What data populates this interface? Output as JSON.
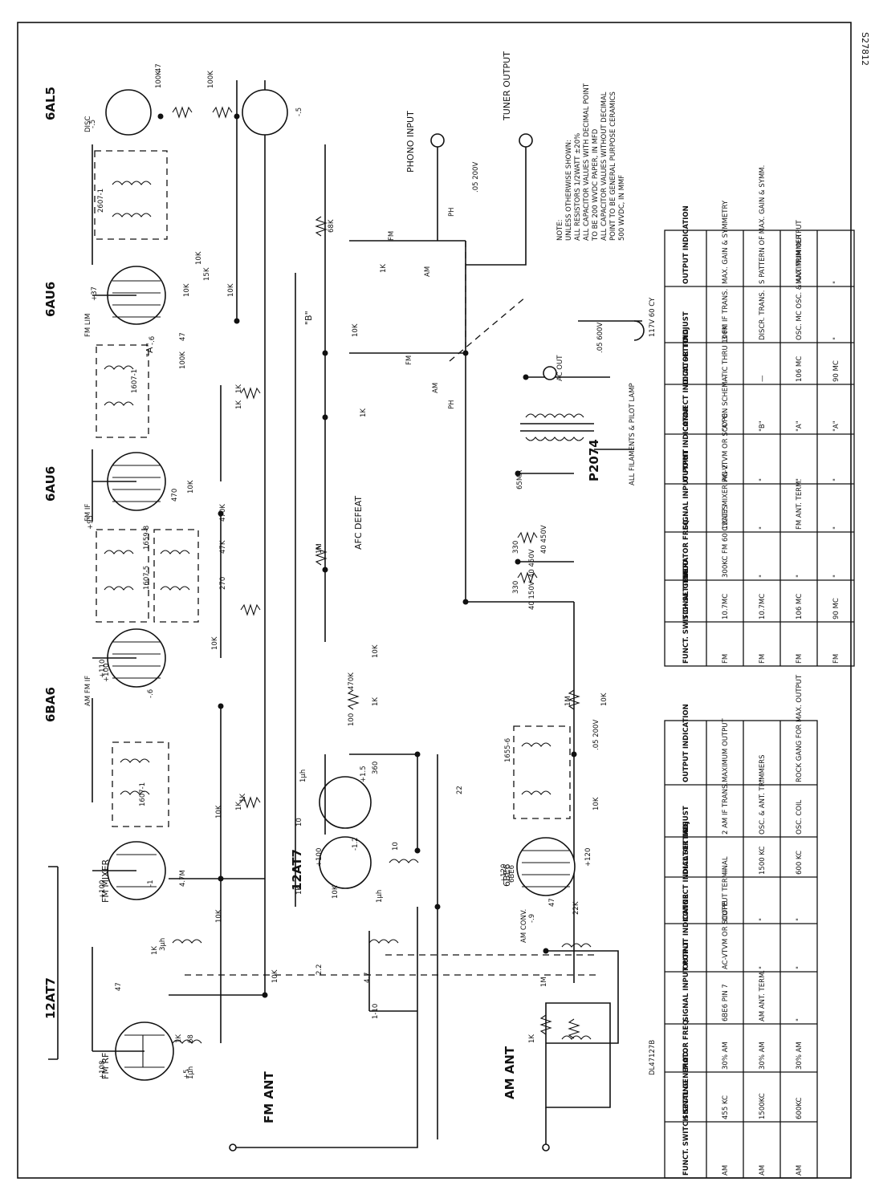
{
  "doc": {
    "id": "S27812",
    "diagram_code": "DL47127B"
  },
  "tubes": [
    {
      "key": "12at7_top",
      "label": "12AT7"
    },
    {
      "key": "fm_mixer",
      "label": "FM MIXER"
    },
    {
      "key": "fm_rf",
      "label": "FM RF"
    },
    {
      "key": "6ba6",
      "label": "6BA6"
    },
    {
      "key": "am_fm_if",
      "label": "AM FM IF"
    },
    {
      "key": "6au6_1",
      "label": "6AU6"
    },
    {
      "key": "fm_if",
      "label": "FM IF"
    },
    {
      "key": "6au6_2",
      "label": "6AU6"
    },
    {
      "key": "fm_lim",
      "label": "FM LIM"
    },
    {
      "key": "6al5",
      "label": "6AL5"
    },
    {
      "key": "disc",
      "label": "DISC"
    },
    {
      "key": "12at7_mid",
      "label": "12AT7"
    },
    {
      "key": "6be6",
      "label": "6BE6"
    },
    {
      "key": "am_conv",
      "label": "AM CONV."
    }
  ],
  "labels": {
    "fm_ant": "FM ANT",
    "am_ant": "AM ANT",
    "phono_input": "PHONO INPUT",
    "tuner_output": "TUNER OUTPUT",
    "afc_defeat": "AFC DEFEAT",
    "ac_out": "AC OUT",
    "line_in": "117V 60 CY",
    "filaments": "ALL FILAMENTS & PILOT LAMP",
    "transformer": "P2074",
    "ma65": "65MA",
    "point_a": "\"A\"",
    "point_b": "\"B\"",
    "sw_fm": "FM",
    "sw_am": "AM",
    "sw_ph": "PH"
  },
  "note": {
    "title": "NOTE:",
    "lines": [
      "UNLESS OTHERWISE SHOWN:",
      "ALL RESISTORS 1/2WATT ±20%",
      "ALL CAPACITOR VALUES WITH DECIMAL POINT",
      "TO BE 200 WVDC PAPER, IN MFD",
      "ALL CAPACITOR VALUES WITHOUT DECIMAL",
      "POINT TO BE GENERAL PURPOSE CERAMICS",
      "500 WVDC, IN MMF"
    ]
  },
  "components": [
    "+108",
    "+5",
    "68",
    "1µh",
    "1K",
    "47",
    "3µh",
    "10K",
    "2.2",
    "1-10",
    "4.7",
    "+100",
    "-1",
    "4.7M",
    "1K",
    "10K",
    "1607-1",
    "1K",
    "10K",
    "+100",
    "10",
    "1µh",
    "100",
    "470K",
    "1K",
    "10K",
    "+1.5",
    "-1.2",
    "+100",
    "1K",
    "10K",
    "360",
    "10",
    "1µh",
    "22",
    "1655-6",
    "1M",
    "10K",
    ".05 200V",
    "10K",
    "+120",
    "+120",
    "47",
    "22K",
    "-.9",
    "1M",
    "1K",
    "6BE6",
    "+110",
    "-.6",
    "1K",
    "10K",
    "1607-5",
    "1659-8",
    "470",
    "270",
    "47K",
    "470K",
    "10K",
    "1K",
    "+95",
    "1M",
    "330",
    "330",
    "40 450V",
    "40 450V",
    "40 150V",
    "10K",
    "1K",
    "47",
    "100K",
    "-.6",
    "1607-1",
    "10K",
    "10K",
    "15K",
    "+37",
    "2607-1",
    "-.5",
    "100K",
    "100K",
    "47",
    "-.5",
    "68K",
    "1K",
    ".05 200V",
    ".05 600V",
    "1K",
    "10K"
  ],
  "table_fm": {
    "headers": [
      "FUNCT. SWITCH SETTING",
      "SIGNAL GENERATOR FREQ.",
      "MOD.",
      "SIGNAL INPUT POINT",
      "OUTPUT INDICATOR",
      "CONNECT INDICATOR TO:",
      "DIAL SETTING",
      "ADJUST",
      "OUTPUT INDICATION"
    ],
    "rows": [
      [
        "FM",
        "10.7MC",
        "300KC FM 60 CYCLES",
        "12AT7 MIXER PIN 2",
        "AC-VTVM OR SCOPE",
        "\"A\" ON SCHEMATIC THRU 100K",
        "—",
        "3 FM IF TRANS.",
        "MAX. GAIN & SYMMETRY"
      ],
      [
        "FM",
        "10.7MC",
        "\"",
        "\"",
        "\"",
        "\"B\"",
        "—",
        "DISCR. TRANS.",
        "S PATTERN OF MAX. GAIN & SYMM."
      ],
      [
        "FM",
        "106 MC",
        "\"",
        "FM ANT. TERM.",
        "\"",
        "\"A\"",
        "106 MC",
        "OSC. MC OSC. & ANT TRIMMER",
        "MAXIMUM OUTPUT"
      ],
      [
        "FM",
        "90 MC",
        "\"",
        "\"",
        "\"",
        "\"A\"",
        "90 MC",
        "\"",
        "\""
      ]
    ]
  },
  "table_am": {
    "headers": [
      "FUNCT. SWITCH SETTING",
      "SIGNAL GENERATOR FREQ.",
      "MOD.",
      "SIGNAL INPUT POINT",
      "OUTPUT INDICATOR",
      "CONNECT INDICATOR TO:",
      "DIAL SETTING",
      "ADJUST",
      "OUTPUT INDICATION"
    ],
    "rows": [
      [
        "AM",
        "455 KC",
        "30% AM",
        "6BE6 PIN 7",
        "AC-VTVM OR SCOPE",
        "OUTPUT TERMINAL",
        "—",
        "2 AM IF TRANS.",
        "MAXIMUM OUTPUT"
      ],
      [
        "AM",
        "1500KC",
        "30% AM",
        "AM ANT. TERM.",
        "\"",
        "\"",
        "1500 KC",
        "OSC. & ANT. TRIMMERS",
        "\""
      ],
      [
        "AM",
        "600KC",
        "30% AM",
        "\"",
        "\"",
        "\"",
        "600 KC",
        "OSC. COIL",
        "ROCK GANG FOR MAX. OUTPUT"
      ]
    ]
  }
}
